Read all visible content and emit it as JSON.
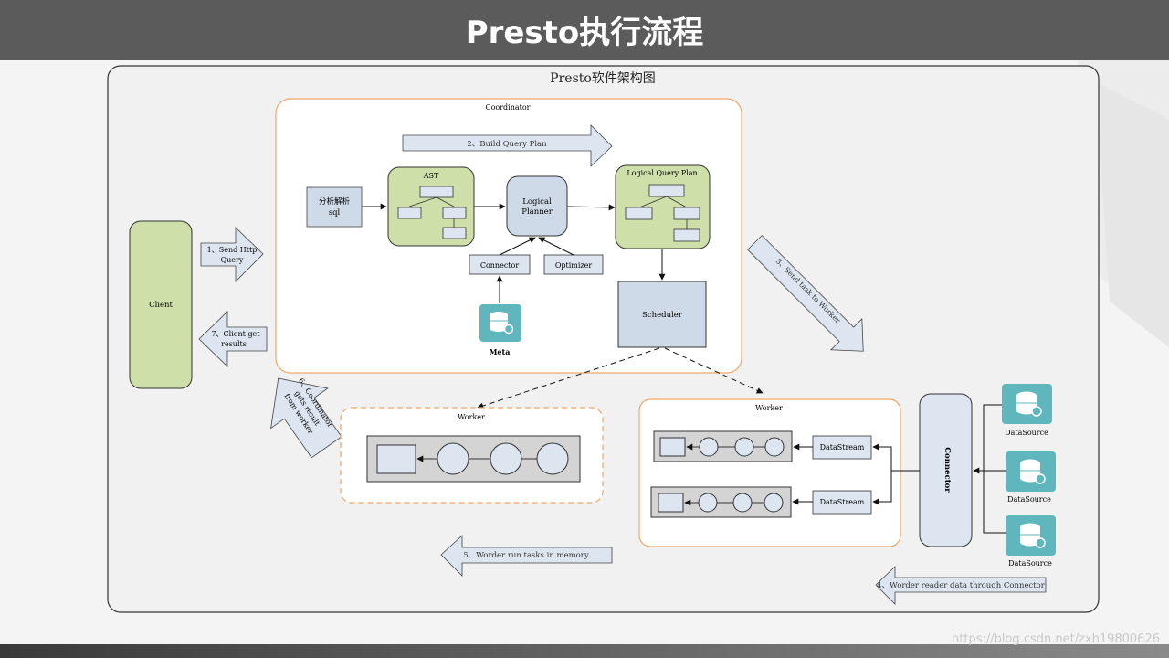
{
  "slide": {
    "title": "Presto执行流程",
    "watermark": "https://blog.csdn.net/zxh19800626"
  },
  "diagram": {
    "title": "Presto软件架构图",
    "coordinator": {
      "label": "Coordinator",
      "step2": "2、Build Query Plan",
      "sql_box": [
        "分析解析",
        "sql"
      ],
      "ast_label": "AST",
      "logical_planner": [
        "Logical",
        "Planner"
      ],
      "logical_query_plan": "Logical Query Plan",
      "connector": "Connector",
      "optimizer": "Optimizer",
      "meta": "Meta",
      "scheduler": "Scheduler"
    },
    "client": {
      "label": "Client",
      "step1": [
        "1、Send Http",
        "Query"
      ],
      "step7": [
        "7、Client get",
        "results"
      ],
      "step6": [
        "6、Coordinator",
        "gets result",
        "from worker"
      ]
    },
    "step3": "3、Send task to Worker",
    "worker_left": {
      "label": "Worker"
    },
    "worker_right": {
      "label": "Worker",
      "datastream1": "DataStream",
      "datastream2": "DataStream"
    },
    "connector_right": "Connector",
    "datasources": [
      "DataSource",
      "DataSource",
      "DataSource"
    ],
    "step5": "5、Worder run tasks in memory",
    "step4": "4、Worder reader data through Connector"
  }
}
